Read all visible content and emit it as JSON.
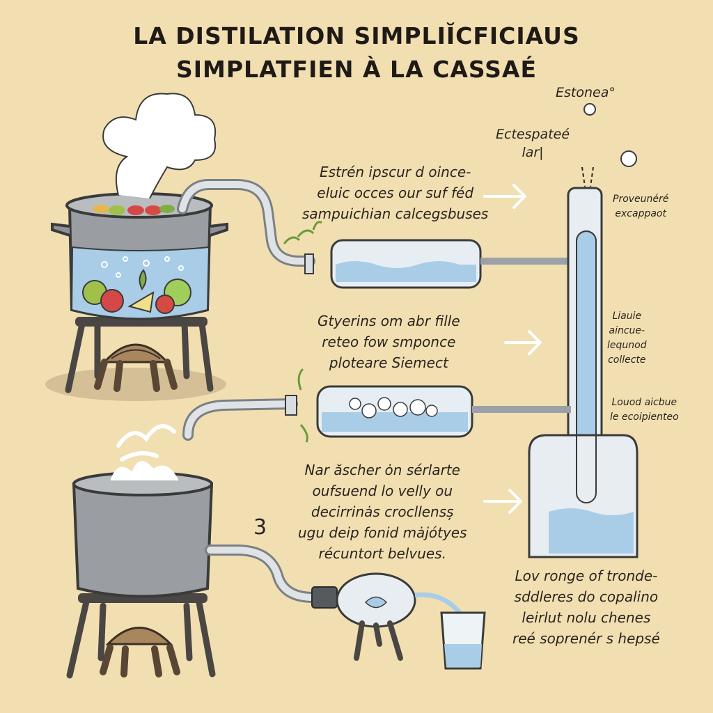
{
  "title": {
    "line1": "LA DISTILATION SIMPLIĬCFICIAUS",
    "line2": "SIMPLATFIEN À LA CASSAÉ"
  },
  "labels": {
    "top_vapor": "Estonea°",
    "side_top": [
      "Ectespateé",
      "lar|"
    ],
    "outlet": [
      "Proveunéré",
      "excappaot"
    ],
    "liquid": [
      "Liauie",
      "aincue-",
      "lequnod",
      "collecte"
    ],
    "bottom_side": [
      "Louod aicbue",
      "le ecoipienteo"
    ],
    "step_number": "3"
  },
  "text_blocks": {
    "block1": [
      "Estrén ipscur d oince-",
      "eluic occes our suf féd",
      "sampuichian calcegsbuses"
    ],
    "block2": [
      "Gtyerins om abr fille",
      "reteo fow smponce",
      "ploteare Siemect"
    ],
    "block3": [
      "Nar ăscher ȯn sérlarte",
      "oufsuend lo velly ou",
      "decirrinȧs crocllensș",
      "ugu deip fonid mȧjótyes",
      "récuntort belvues."
    ],
    "block4": [
      "Lov ronge of tronde-",
      "sddleres do copalino",
      "leirlut nolu chenes",
      "reé soprenér s hepsé"
    ]
  },
  "colors": {
    "background": "#f1dfb1",
    "water": "#a9cde6",
    "metal": "#8e9296",
    "ink": "#2a2420",
    "stand": "#4a4643",
    "flame_wood": "#a8875f"
  }
}
